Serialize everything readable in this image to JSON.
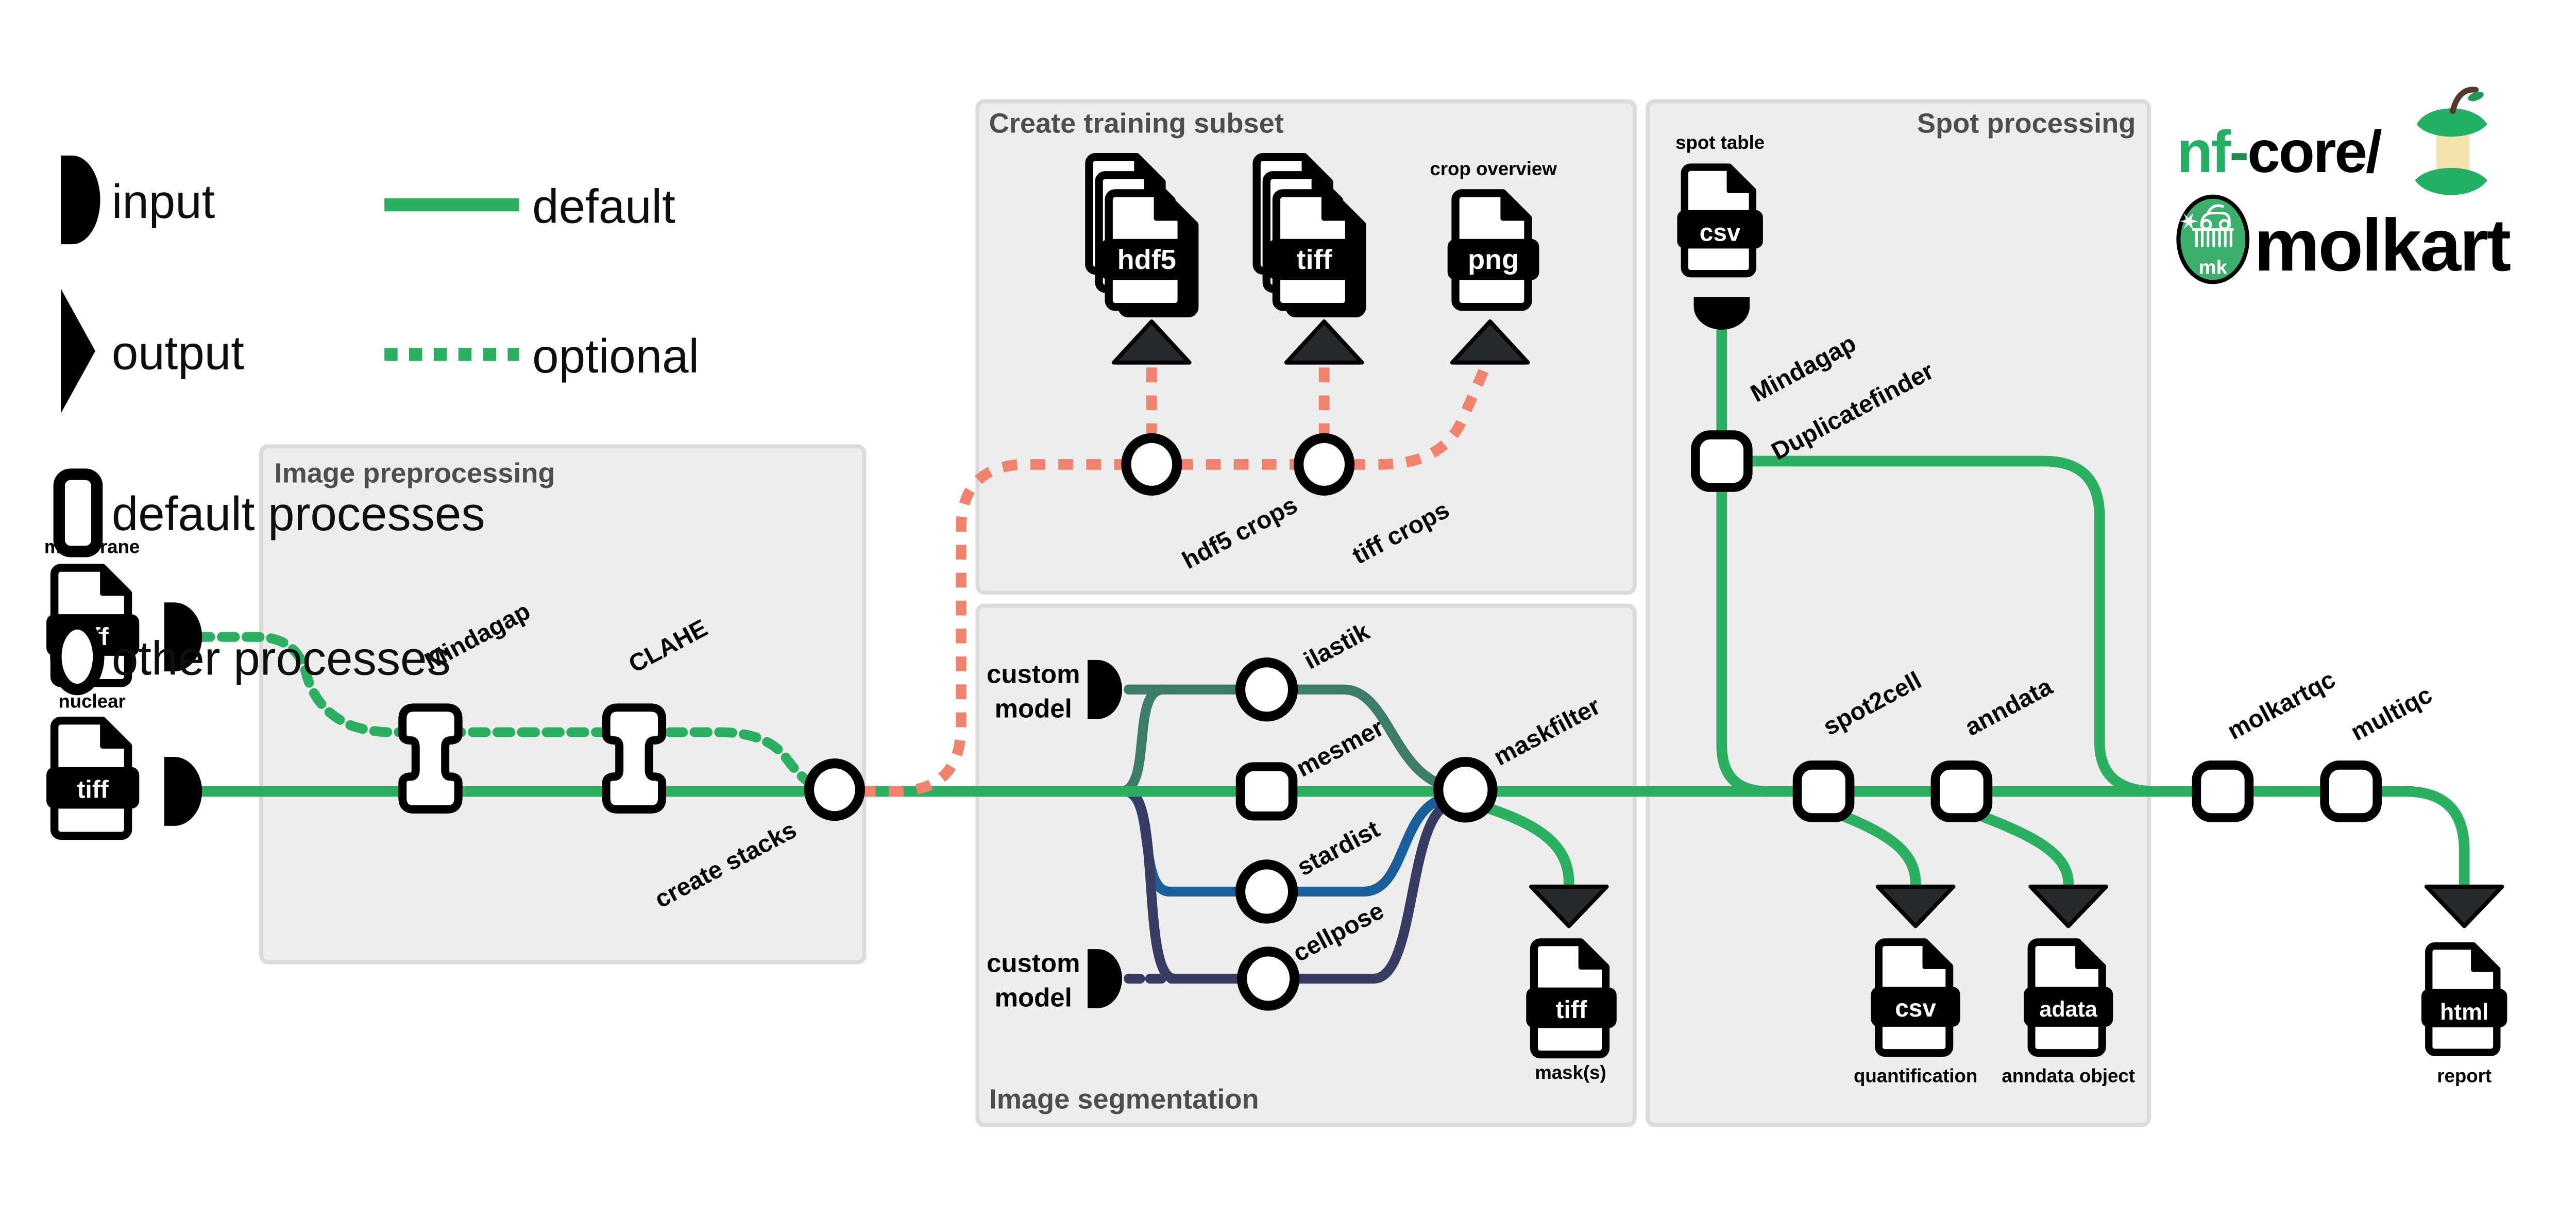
{
  "colors": {
    "green": "#2BB062",
    "teal": "#3D7C69",
    "blue": "#185F9C",
    "navy": "#383B62",
    "salmon": "#F0826E",
    "nfcore_green": "#24B064",
    "box_fill": "#EDEDED",
    "box_border": "#DBDBDB",
    "box_title": "#4D4D4D",
    "arrow_dark": "#27292B"
  },
  "logo": {
    "nf": "nf",
    "hyphen": "-",
    "core": "core/",
    "name": "molkart",
    "badge": "mk"
  },
  "legend": {
    "input": "input",
    "output": "output",
    "default_line": "default",
    "optional_line": "optional",
    "default_processes": "default processes",
    "other_processes": "other processes"
  },
  "boxes": {
    "preprocessing": "Image preprocessing",
    "training": "Create training subset",
    "segmentation": "Image segmentation",
    "spot": "Spot processing"
  },
  "nodes": {
    "mindagap": "Mindagap",
    "clahe": "CLAHE",
    "create_stacks": "create stacks",
    "hdf5_crops": "hdf5 crops",
    "tiff_crops": "tiff crops",
    "ilastik": "ilastik",
    "mesmer": "mesmer",
    "stardist": "stardist",
    "cellpose": "cellpose",
    "maskfilter": "maskfilter",
    "duplicatefinder_line1": "Mindagap",
    "duplicatefinder_line2": "Duplicatefinder",
    "spot2cell": "spot2cell",
    "anndata": "anndata",
    "molkartqc": "molkartqc",
    "multiqc": "multiqc"
  },
  "inputs": {
    "custom_model_line1": "custom",
    "custom_model_line2": "model"
  },
  "files": {
    "membrane": {
      "label": "membrane",
      "type": "tiff"
    },
    "nuclear": {
      "label": "nuclear",
      "type": "tiff"
    },
    "hdf5_stack": {
      "type": "hdf5"
    },
    "tiff_stack": {
      "type": "tiff"
    },
    "png_overview": {
      "label": "crop overview",
      "type": "png"
    },
    "spot_table": {
      "label": "spot table",
      "type": "csv"
    },
    "mask": {
      "label": "mask(s)",
      "type": "tiff"
    },
    "quantification": {
      "label": "quantification",
      "type": "csv"
    },
    "anndata_object": {
      "label": "anndata object",
      "type": "adata"
    },
    "report": {
      "label": "report",
      "type": "html"
    }
  }
}
